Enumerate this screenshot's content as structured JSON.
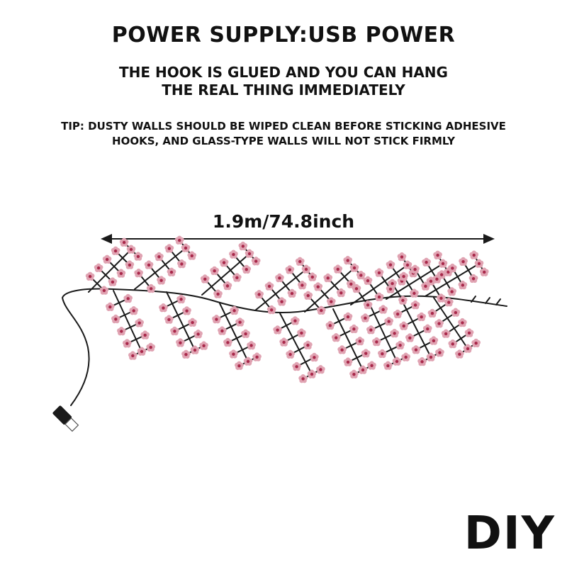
{
  "heading": "POWER SUPPLY:USB POWER",
  "subheading": [
    "THE HOOK IS GLUED AND YOU CAN HANG",
    "THE REAL THING IMMEDIATELY"
  ],
  "tip": [
    "TIP: DUSTY WALLS SHOULD BE WIPED CLEAN BEFORE STICKING ADHESIVE",
    "HOOKS, AND GLASS-TYPE WALLS WILL NOT STICK FIRMLY"
  ],
  "dimension_label": "1.9m/74.8inch",
  "badge": "DIY",
  "colors": {
    "text": "#111111",
    "branch": "#1a1a1a",
    "blossom": "#e0a3b2",
    "blossom_center": "#a8284a"
  },
  "icons": [
    "usb-plug-icon",
    "blossom-icon",
    "arrow-left-icon",
    "arrow-right-icon"
  ]
}
